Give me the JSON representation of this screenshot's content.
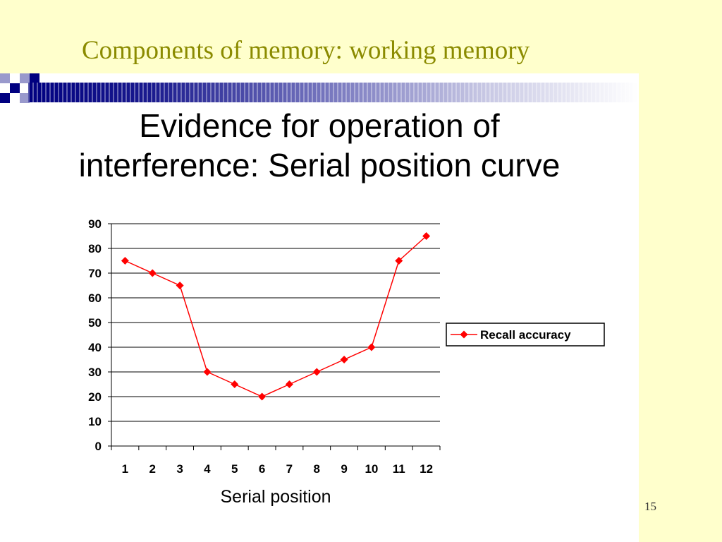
{
  "header": {
    "title": "Components of memory: working memory"
  },
  "slide": {
    "title_line1": "Evidence for operation of",
    "title_line2": "interference: Serial position curve",
    "page_number": "15"
  },
  "colors": {
    "background": "#ffffcc",
    "header_text": "#8b8b00",
    "series": "#ff0000",
    "band": "#000080"
  },
  "chart_data": {
    "type": "line",
    "title": "",
    "xlabel": "Serial position",
    "ylabel": "",
    "categories": [
      "1",
      "2",
      "3",
      "4",
      "5",
      "6",
      "7",
      "8",
      "9",
      "10",
      "11",
      "12"
    ],
    "ylim": [
      0,
      90
    ],
    "yticks": [
      0,
      10,
      20,
      30,
      40,
      50,
      60,
      70,
      80,
      90
    ],
    "grid": true,
    "legend": "right",
    "series": [
      {
        "name": "Recall accuracy",
        "values": [
          75,
          70,
          65,
          30,
          25,
          20,
          25,
          30,
          35,
          40,
          75,
          85
        ]
      }
    ]
  }
}
